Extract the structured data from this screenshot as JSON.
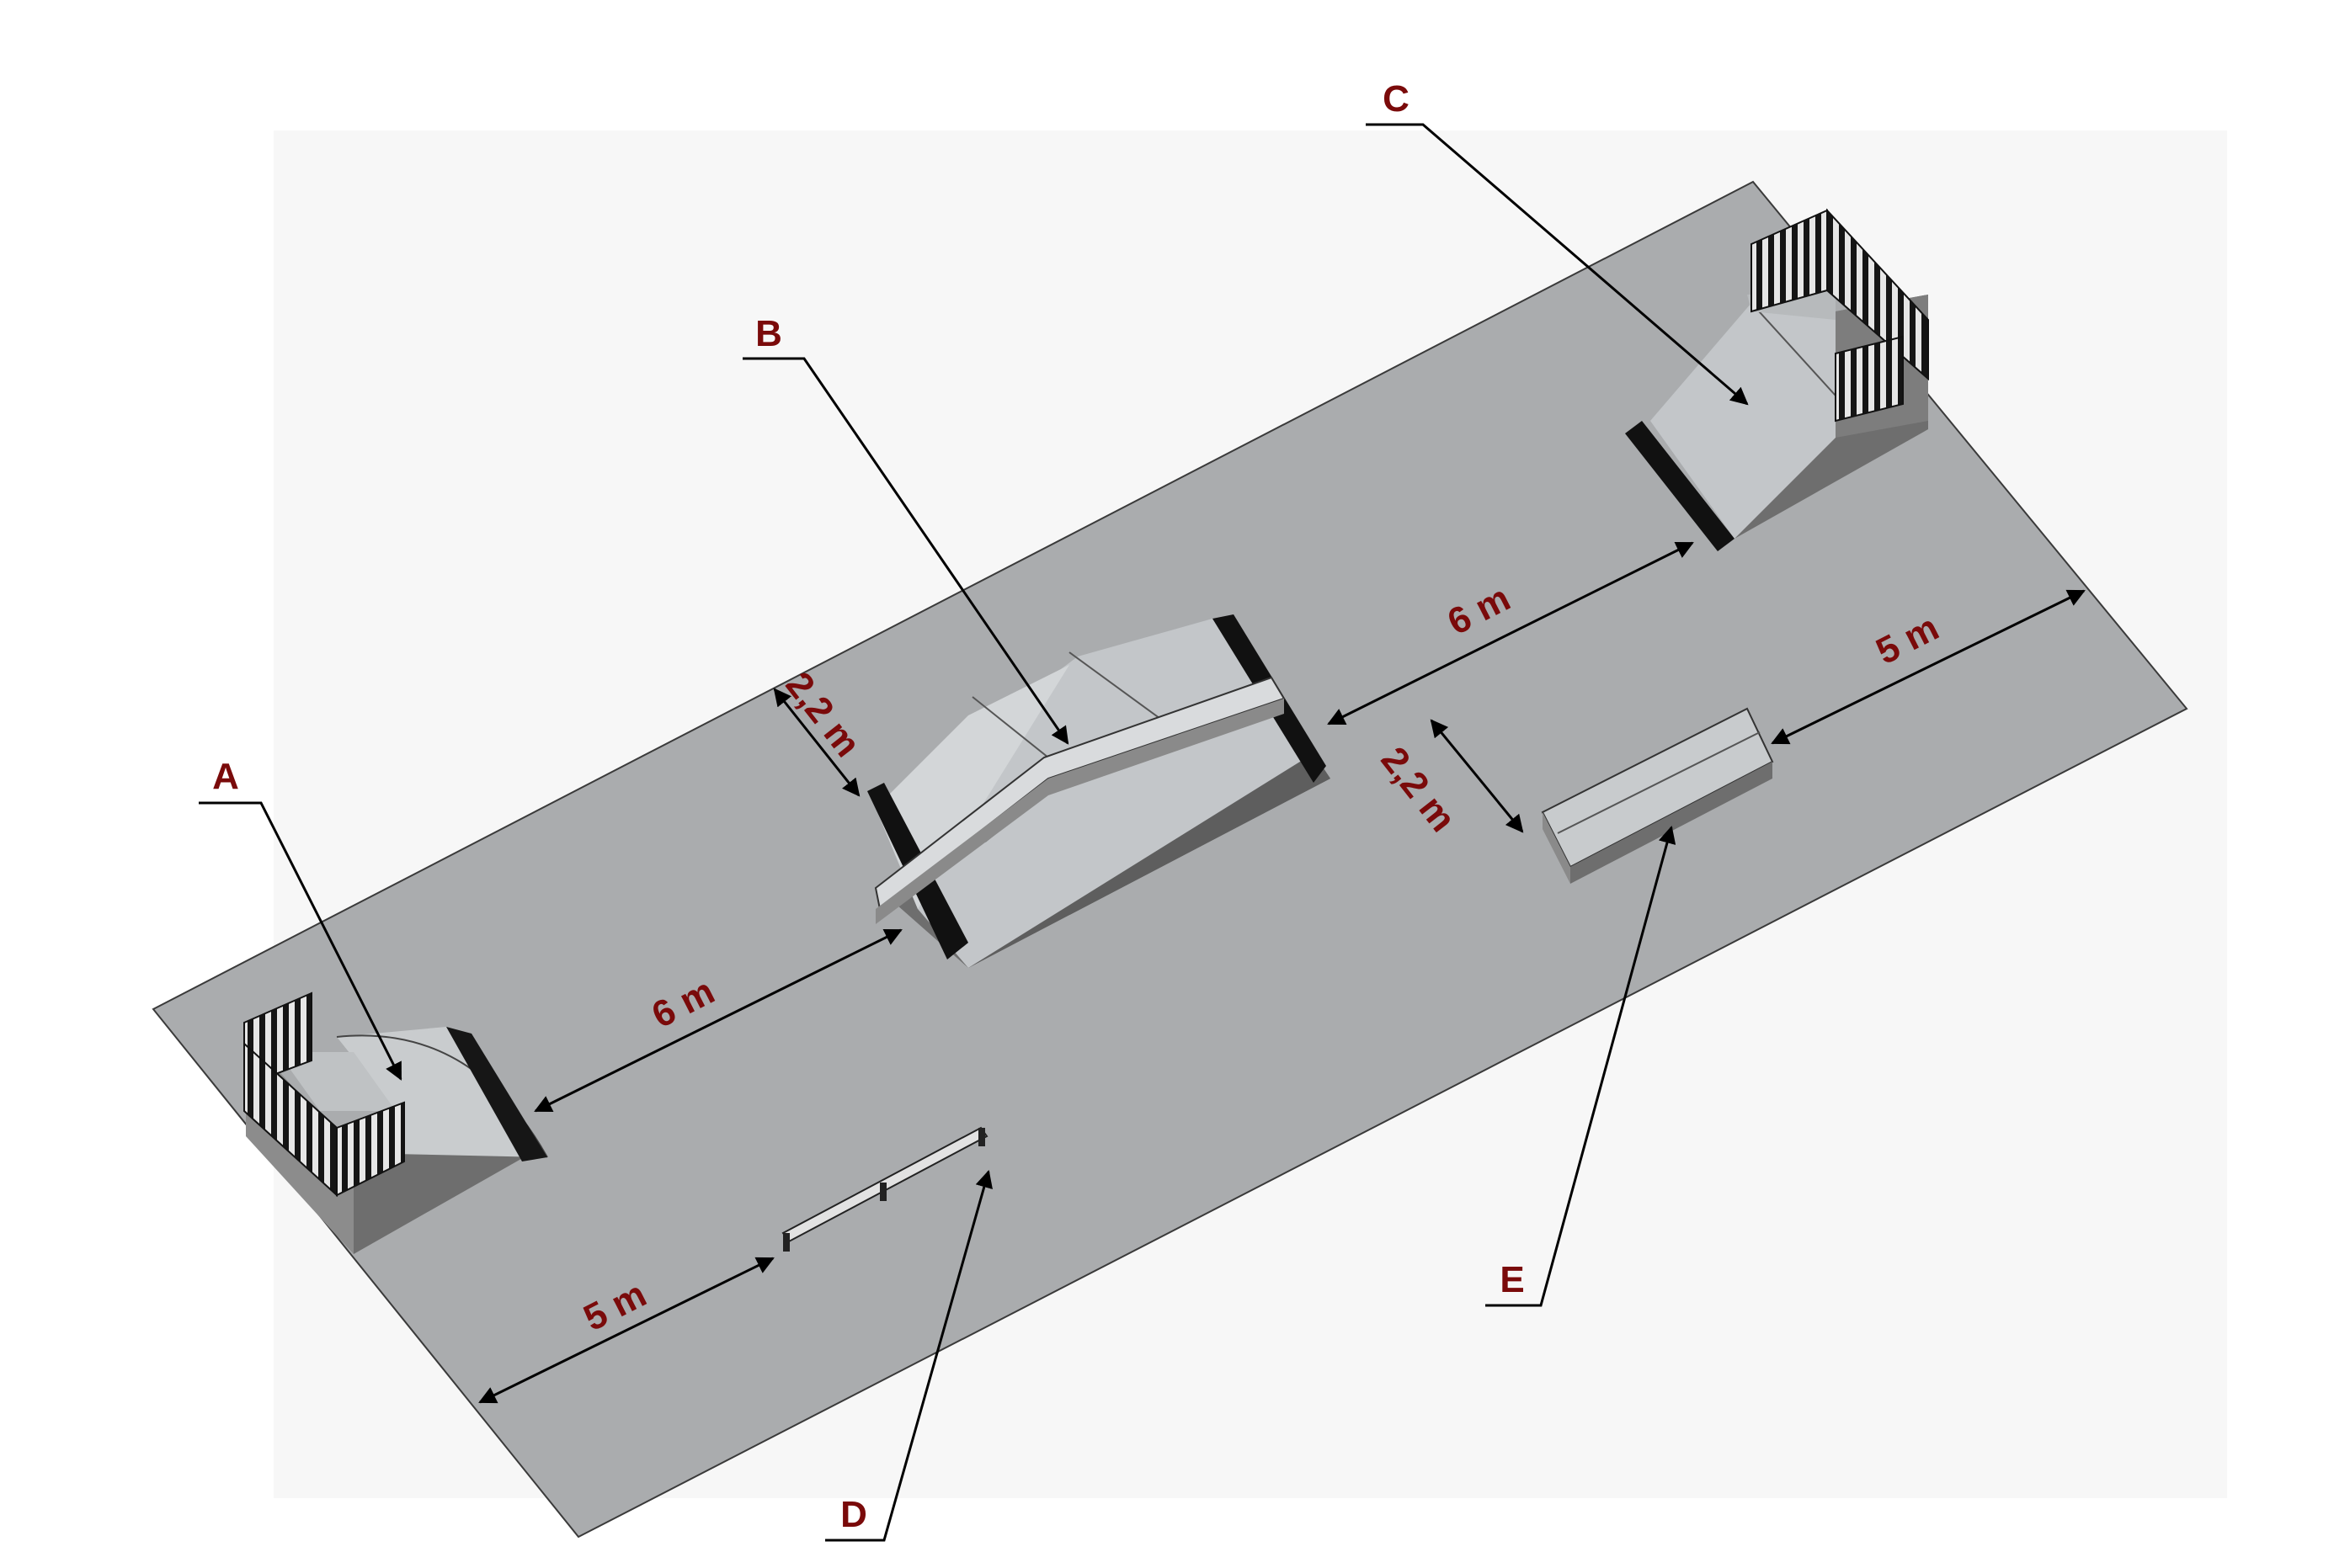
{
  "labels": {
    "a": "A",
    "b": "B",
    "c": "C",
    "d": "D",
    "e": "E"
  },
  "dimensions": {
    "a_to_b": "6 m",
    "b_to_c": "6 m",
    "b_width": "2,2 m",
    "e_width": "2,2 m",
    "e_to_edge": "5 m",
    "d_to_edge": "5 m"
  },
  "colors": {
    "label": "#7a0a0a",
    "ground": "#aaacae",
    "ramp_light": "#c5c8cb",
    "ramp_dark": "#6e6e6e",
    "edge_strip": "#111111"
  }
}
